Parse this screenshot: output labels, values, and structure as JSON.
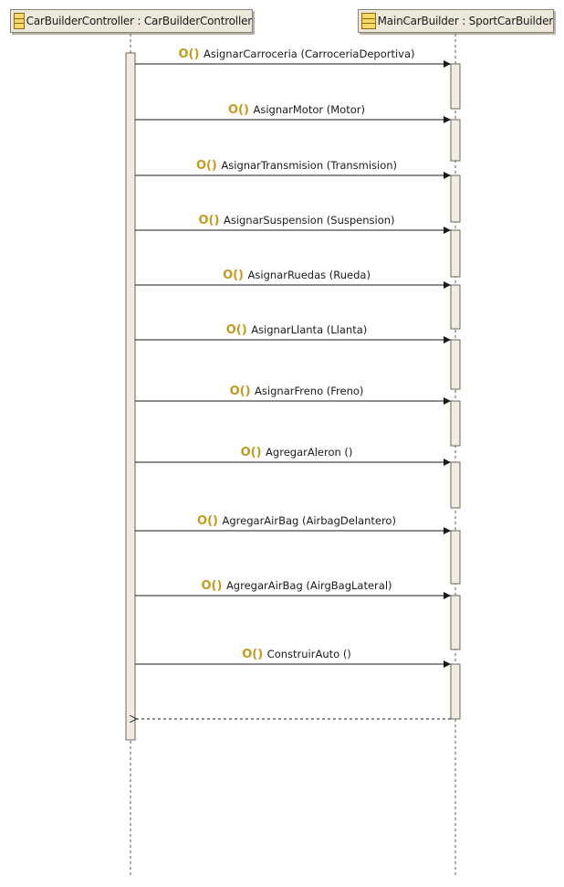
{
  "lifelines": [
    {
      "label": "CarBuilderController : CarBuilderController",
      "icon": "class-icon"
    },
    {
      "label": "MainCarBuilder : SportCarBuilder",
      "icon": "class-icon"
    }
  ],
  "messages": [
    {
      "badge": "O()",
      "label": "AsignarCarroceria (CarroceriaDeportiva)"
    },
    {
      "badge": "O()",
      "label": "AsignarMotor (Motor)"
    },
    {
      "badge": "O()",
      "label": "AsignarTransmision (Transmision)"
    },
    {
      "badge": "O()",
      "label": "AsignarSuspension (Suspension)"
    },
    {
      "badge": "O()",
      "label": "AsignarRuedas (Rueda)"
    },
    {
      "badge": "O()",
      "label": "AsignarLlanta (Llanta)"
    },
    {
      "badge": "O()",
      "label": "AsignarFreno (Freno)"
    },
    {
      "badge": "O()",
      "label": "AgregarAleron ()"
    },
    {
      "badge": "O()",
      "label": "AgregarAirBag (AirbagDelantero)"
    },
    {
      "badge": "O()",
      "label": "AgregarAirBag (AirgBagLateral)"
    },
    {
      "badge": "O()",
      "label": "ConstruirAuto ()"
    }
  ],
  "return_message": {
    "style": "dashed",
    "direction": "to-caller"
  },
  "colors": {
    "lifeline_fill": "#ede8dc",
    "activation_fill": "#f1ece3",
    "line": "#1a1a1a",
    "operation_badge": "#c59a1c"
  }
}
